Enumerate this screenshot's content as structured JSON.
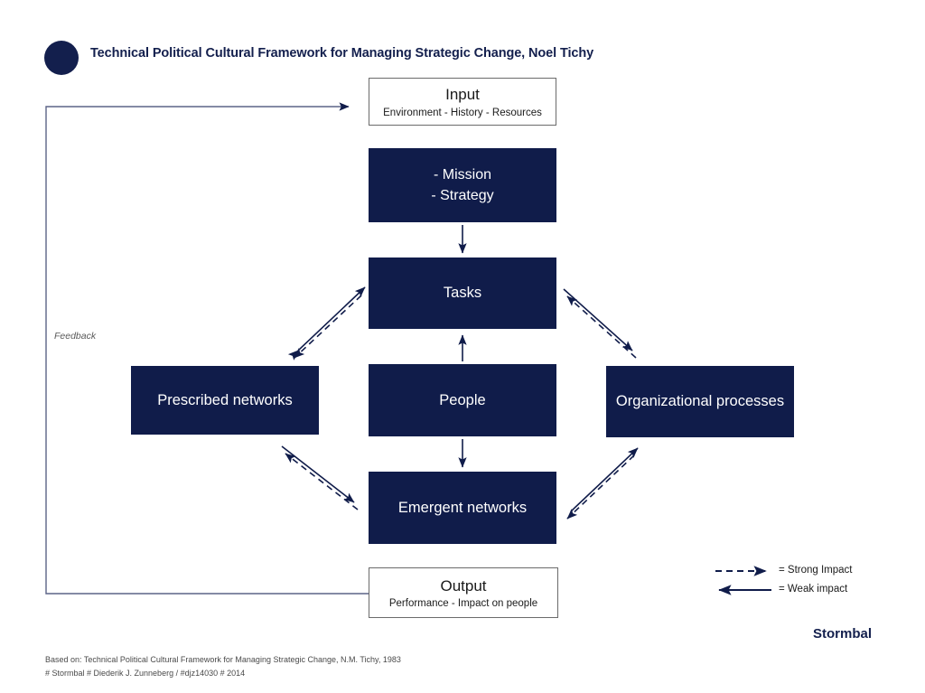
{
  "header": {
    "title": "Technical Political Cultural Framework for Managing Strategic Change, Noel Tichy",
    "dot_icon": "filled-circle-icon"
  },
  "colors": {
    "navy": "#101c4a",
    "navy_dark": "#131f4d",
    "outline_gray": "#6b6b6b",
    "white": "#ffffff",
    "feedback_gray": "#5a5a5a"
  },
  "diagram": {
    "boxes": {
      "input": {
        "title": "Input",
        "subtitle": "Environment - History - Resources",
        "style": "outline"
      },
      "mission": {
        "line1": "- Mission",
        "line2": "- Strategy",
        "style": "filled"
      },
      "tasks": {
        "title": "Tasks",
        "style": "filled"
      },
      "people": {
        "title": "People",
        "style": "filled"
      },
      "emergent": {
        "title": "Emergent networks",
        "style": "filled"
      },
      "output": {
        "title": "Output",
        "subtitle": "Performance - Impact on people",
        "style": "outline"
      },
      "prescribed": {
        "title": "Prescribed networks",
        "style": "filled"
      },
      "orgproc": {
        "title": "Organizational processes",
        "style": "filled"
      }
    },
    "feedback_label": "Feedback"
  },
  "legend": {
    "rows": [
      {
        "icon": "dashed-arrow-right-icon",
        "label": "= Strong Impact",
        "style": "dashed"
      },
      {
        "icon": "solid-arrow-left-icon",
        "label": "= Weak impact",
        "style": "solid"
      }
    ]
  },
  "brand": {
    "name": "Stormbal"
  },
  "footer": {
    "line1": "Based on: Technical Political Cultural Framework for Managing Strategic Change, N.M. Tichy, 1983",
    "line2": "# Stormbal #  Diederik J. Zunneberg / #djz14030  # 2014"
  }
}
